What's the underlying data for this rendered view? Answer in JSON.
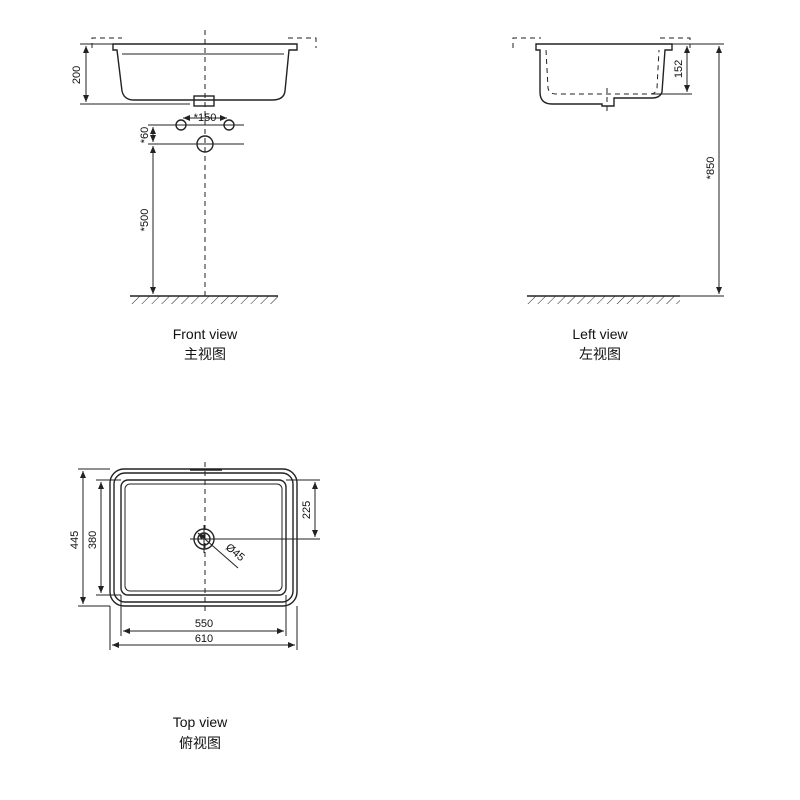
{
  "views": {
    "front": {
      "caption_en": "Front view",
      "caption_zh": "主视图",
      "dims": {
        "height": "200",
        "tap_spacing": "*150",
        "tap_offset": "*60",
        "drain_height": "*500"
      }
    },
    "left": {
      "caption_en": "Left view",
      "caption_zh": "左视图",
      "dims": {
        "bowl_depth": "152",
        "install_height": "*850"
      }
    },
    "top": {
      "caption_en": "Top view",
      "caption_zh": "俯视图",
      "dims": {
        "outer_depth": "445",
        "inner_depth": "380",
        "drain_offset": "225",
        "drain_diameter": "Ø45",
        "inner_width": "550",
        "outer_width": "610"
      }
    }
  }
}
